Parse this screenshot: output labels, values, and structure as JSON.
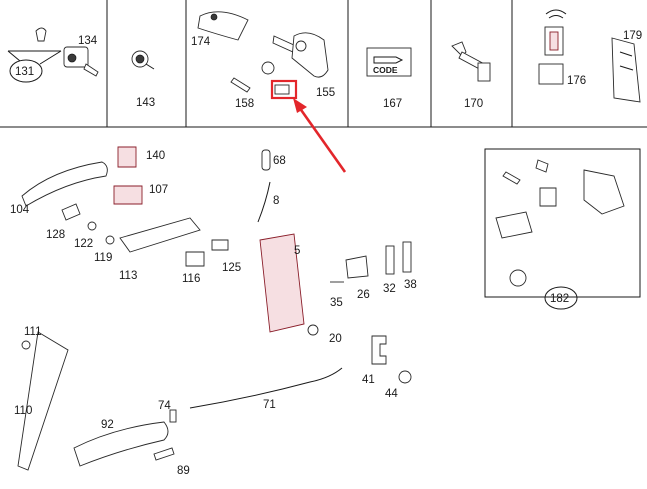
{
  "top_row_labels": {
    "p131": "131",
    "p134": "134",
    "p143": "143",
    "p174": "174",
    "p158": "158",
    "p155": "155",
    "p167": "167",
    "p170": "170",
    "p176": "176",
    "p179": "179"
  },
  "code_card_text": "CODE",
  "lower_labels": {
    "p140": "140",
    "p107": "107",
    "p104": "104",
    "p128": "128",
    "p122": "122",
    "p119": "119",
    "p113": "113",
    "p116": "116",
    "p125": "125",
    "p68": "68",
    "p8": "8",
    "p5": "5",
    "p35": "35",
    "p26": "26",
    "p32": "32",
    "p38": "38",
    "p20": "20",
    "p41": "41",
    "p44": "44",
    "p111": "111",
    "p110": "110",
    "p74": "74",
    "p71": "71",
    "p92": "92",
    "p89": "89",
    "p182": "182"
  },
  "colors": {
    "highlight": "#e3262b",
    "parts_accent": "#8a1e2a",
    "lines": "#1a1a1a"
  }
}
